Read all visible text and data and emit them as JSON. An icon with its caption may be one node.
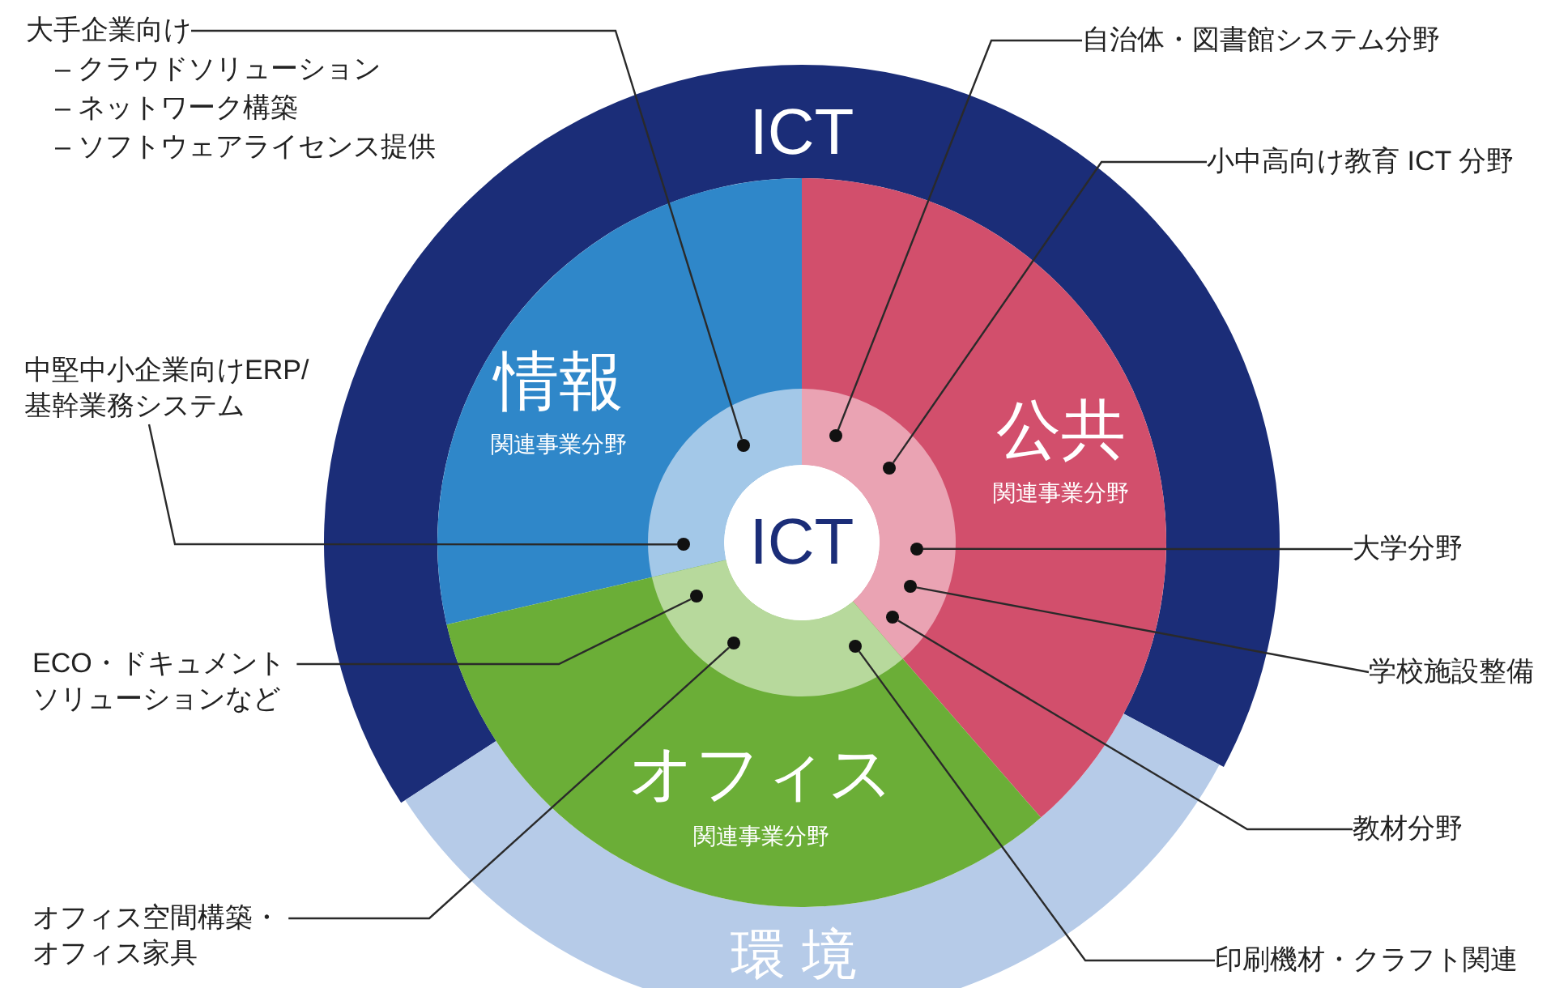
{
  "diagram": {
    "nodes": [
      {
        "text": [
          "ICT"
        ]
      },
      {
        "text": [
          "情報",
          "関連事業分野"
        ]
      },
      {
        "text": [
          "公共",
          "関連事業分野"
        ]
      },
      {
        "text": [
          "オフィス",
          "関連事業分野"
        ]
      },
      {
        "text": [
          "環境"
        ]
      },
      {
        "text": [
          "ICT"
        ]
      },
      {
        "text": [
          "大手企業向け"
        ],
        "beside": [
          "– クラウドソリューション",
          "– ネットワーク構築",
          "– ソフトウェアライセンス提供"
        ]
      },
      {
        "text": [
          "自治体・図書館システム分野"
        ]
      },
      {
        "text": [
          "小中高向け教育 ICT 分野"
        ]
      },
      {
        "text": [
          "中堅中小企業向けERP/ 基幹業務システム"
        ]
      },
      {
        "text": [
          "大学分野"
        ]
      },
      {
        "text": [
          "ECO・ドキュメントソリューションなど"
        ]
      },
      {
        "text": [
          "学校施設整備"
        ]
      },
      {
        "text": [
          "教材分野"
        ]
      },
      {
        "text": [
          "オフィス空間構築・オフィス家具"
        ]
      },
      {
        "text": [
          "印刷機材・クラフト関連"
        ]
      },
      {
        "text": [],
        "shape": "circle",
        "in": 2
      },
      {
        "text": [],
        "shape": "circle",
        "in": 1
      },
      {
        "text": [],
        "shape": "circle",
        "in": 2
      },
      {
        "text": [],
        "shape": "circle",
        "in": 1
      },
      {
        "text": [],
        "shape": "circle",
        "in": 2
      },
      {
        "text": [],
        "shape": "circle",
        "in": 2
      },
      {
        "text": [],
        "shape": "circle",
        "in": 3
      },
      {
        "text": [],
        "shape": "circle",
        "in": 2
      },
      {
        "text": [],
        "shape": "circle",
        "in": 3
      },
      {
        "text": [],
        "shape": "circle",
        "in": 3
      }
    ],
    "edges": [
      {
        "from": 6,
        "to": 17,
        "arrow": "none"
      },
      {
        "from": 7,
        "to": 16,
        "arrow": "none"
      },
      {
        "from": 8,
        "to": 18,
        "arrow": "none"
      },
      {
        "from": 9,
        "to": 19,
        "arrow": "none"
      },
      {
        "from": 10,
        "to": 20,
        "arrow": "none"
      },
      {
        "from": 11,
        "to": 22,
        "arrow": "none"
      },
      {
        "from": 12,
        "to": 21,
        "arrow": "none"
      },
      {
        "from": 13,
        "to": 23,
        "arrow": "none"
      },
      {
        "from": 14,
        "to": 24,
        "arrow": "none"
      },
      {
        "from": 15,
        "to": 25,
        "arrow": "none"
      }
    ]
  }
}
